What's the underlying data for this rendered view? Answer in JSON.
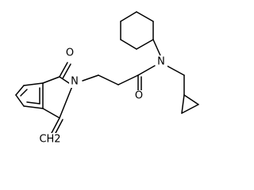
{
  "molecule": {
    "atoms": {
      "amide_n": "N",
      "amide_o": "O",
      "ring_n": "N",
      "ring_o": "O",
      "methylene": "CH2"
    }
  }
}
